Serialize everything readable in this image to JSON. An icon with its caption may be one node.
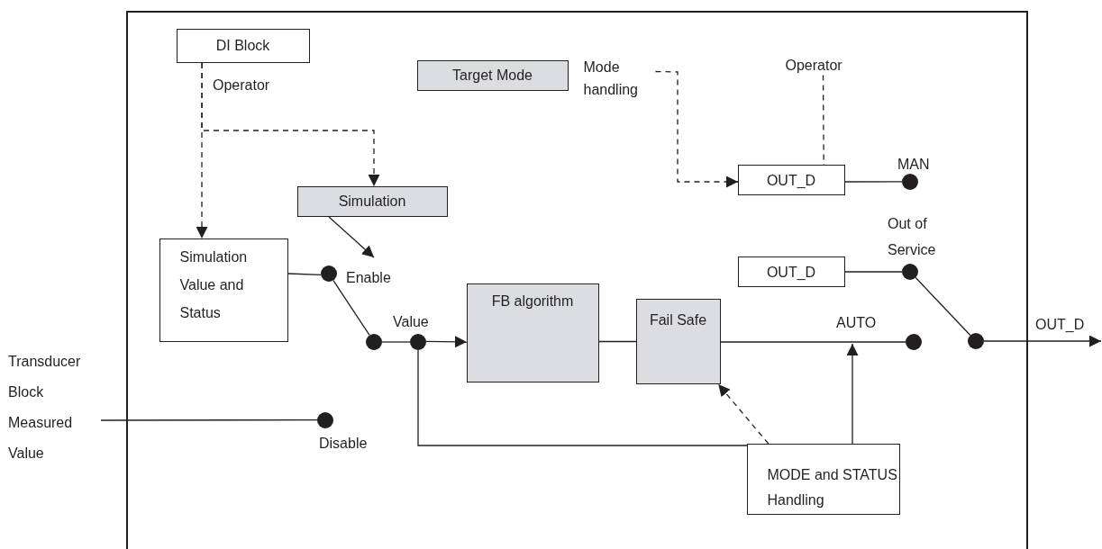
{
  "diagram": {
    "nodes": [
      {
        "text": [],
        "shape": "box"
      },
      {
        "text": [
          "DI Block"
        ],
        "in": 0
      },
      {
        "text": [
          "Target Mode"
        ],
        "in": 0
      },
      {
        "text": [
          "Mode handling"
        ],
        "in": 0
      },
      {
        "text": [
          "Operator"
        ],
        "in": 0
      },
      {
        "text": [
          "OUT_D"
        ],
        "in": 0
      },
      {
        "text": [],
        "shape": "circle",
        "in": 0,
        "beside": [
          "MAN"
        ]
      },
      {
        "text": [
          "Simulation"
        ],
        "in": 0
      },
      {
        "text": [
          "Simulation Value and Status"
        ],
        "in": 0
      },
      {
        "text": [],
        "shape": "circle",
        "in": 0,
        "beside": [
          "Enable"
        ]
      },
      {
        "text": [],
        "shape": "circle",
        "in": 0
      },
      {
        "text": [],
        "shape": "circle",
        "in": 0,
        "beside": [
          "Value"
        ]
      },
      {
        "text": [
          "FB algorithm"
        ],
        "in": 0
      },
      {
        "text": [
          "Fail Safe"
        ],
        "in": 0
      },
      {
        "text": [],
        "shape": "circle",
        "in": 0
      },
      {
        "text": [
          "OUT_D"
        ],
        "in": 0
      },
      {
        "text": [],
        "shape": "circle",
        "in": 0,
        "beside": [
          "Out of Service"
        ]
      },
      {
        "text": [],
        "shape": "circle",
        "in": 0
      },
      {
        "text": [
          "Transducer Block Measured Value"
        ]
      },
      {
        "text": [],
        "shape": "circle",
        "in": 0,
        "beside": [
          "Disable"
        ]
      },
      {
        "text": [
          "MODE and STATUS Handling"
        ],
        "in": 0
      }
    ],
    "edges": [
      {
        "from": 1,
        "to": 8,
        "arrow": "to",
        "style": "dashed",
        "label": "Operator"
      },
      {
        "from": 1,
        "to": 7,
        "arrow": "to",
        "style": "dashed"
      },
      {
        "from": 7,
        "to": 9,
        "arrow": "to"
      },
      {
        "from": 8,
        "to": 9,
        "arrow": "none"
      },
      {
        "from": 9,
        "to": 10,
        "arrow": "none"
      },
      {
        "from": 10,
        "to": 11,
        "arrow": "none"
      },
      {
        "from": 11,
        "to": 12,
        "arrow": "to"
      },
      {
        "from": 11,
        "to": 20,
        "arrow": "none"
      },
      {
        "from": 12,
        "to": 13,
        "arrow": "none"
      },
      {
        "from": 13,
        "to": 14,
        "arrow": "none",
        "label": "AUTO"
      },
      {
        "from": 20,
        "to": null,
        "arrow": "to"
      },
      {
        "from": 20,
        "to": 13,
        "arrow": "to",
        "style": "dashed"
      },
      {
        "from": 3,
        "to": 5,
        "arrow": "to",
        "style": "dashed"
      },
      {
        "from": 4,
        "to": 5,
        "arrow": "none",
        "style": "dashed"
      },
      {
        "from": 5,
        "to": 6,
        "arrow": "none"
      },
      {
        "from": 15,
        "to": 16,
        "arrow": "none"
      },
      {
        "from": 16,
        "to": 17,
        "arrow": "none"
      },
      {
        "from": 17,
        "to": null,
        "arrow": "to",
        "label": "OUT_D"
      },
      {
        "from": 18,
        "to": 19,
        "arrow": "none"
      }
    ]
  }
}
